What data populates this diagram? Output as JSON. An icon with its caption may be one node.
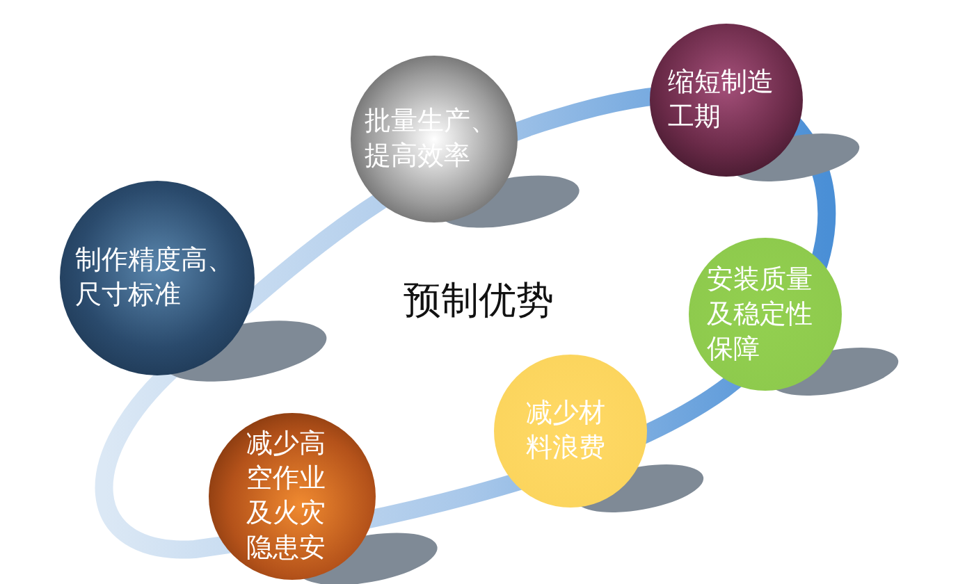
{
  "diagram": {
    "title": "预制优势",
    "nodes": [
      {
        "text": [
          "制作精度高、尺寸标准"
        ]
      },
      {
        "text": [
          "批量生产、提高效率"
        ]
      },
      {
        "text": [
          "缩短制造工期"
        ]
      },
      {
        "text": [
          "安装质量及稳定性保障"
        ]
      },
      {
        "text": [
          "减少材料浪费"
        ]
      },
      {
        "text": [
          "减少高空作业及火灾隐患安"
        ]
      }
    ]
  }
}
